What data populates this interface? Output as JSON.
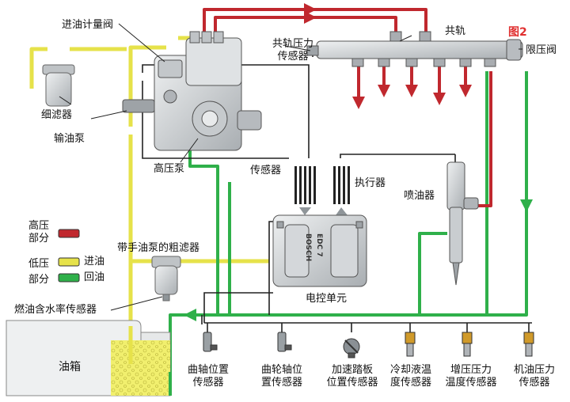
{
  "colors": {
    "high_pressure": "#c0282e",
    "low_pressure_in": "#e6e24a",
    "return": "#2fb04a",
    "wire": "#222222",
    "figure_label": "#e03030",
    "component_gray": "#cfd3d6",
    "tank_fill": "#f1ef6e"
  },
  "figure_label": "图2",
  "labels": {
    "metering_valve": "进油计量阀",
    "rail_pressure_sensor_1": "共轨压力",
    "rail_pressure_sensor_2": "传感器",
    "common_rail": "共轨",
    "pressure_limit_valve": "限压阀",
    "fine_filter": "细滤器",
    "feed_pump": "输油泵",
    "high_pressure_pump": "高压泵",
    "sensor": "传感器",
    "actuator": "执行器",
    "injector": "喷油器",
    "coarse_filter": "带手油泵的粗滤器",
    "water_sensor": "燃油含水率传感器",
    "ecu": "电控单元",
    "tank": "油箱",
    "ecu_brand": "BOSCH",
    "ecu_model": "EDC 7"
  },
  "legend": {
    "high_line1": "高压",
    "high_line2": "部分",
    "low_line1": "低压",
    "low_line2": "部分",
    "inlet": "进油",
    "return": "回油"
  },
  "sensors": [
    {
      "line1": "曲轴位置",
      "line2": "传感器",
      "icon": "crank-sensor-icon"
    },
    {
      "line1": "曲轮轴位",
      "line2": "置传感器",
      "icon": "cam-sensor-icon"
    },
    {
      "line1": "加速踏板",
      "line2": "位置传感器",
      "icon": "pedal-sensor-icon"
    },
    {
      "line1": "冷却液温",
      "line2": "度传感器",
      "icon": "coolant-sensor-icon"
    },
    {
      "line1": "增压压力",
      "line2": "温度传感器",
      "icon": "boost-sensor-icon"
    },
    {
      "line1": "机油压力",
      "line2": "传感器",
      "icon": "oil-sensor-icon"
    }
  ]
}
